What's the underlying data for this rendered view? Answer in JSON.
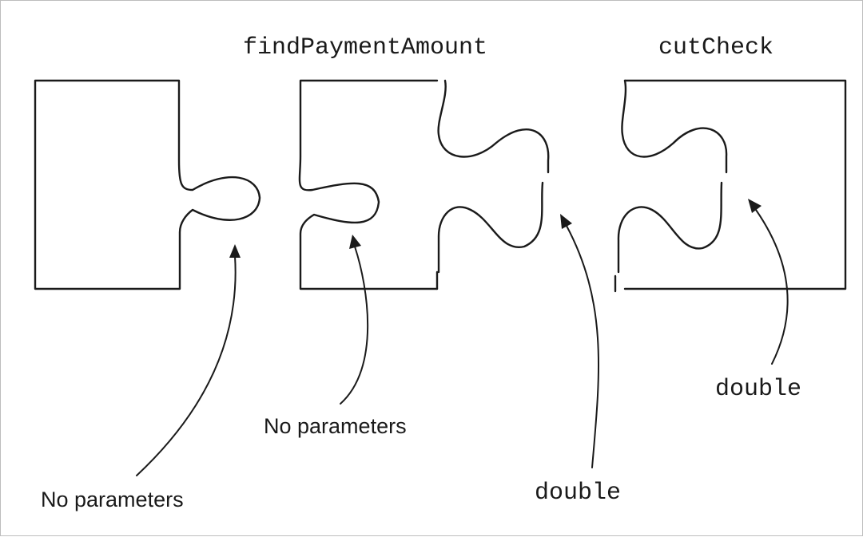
{
  "methods": [
    {
      "name": ""
    },
    {
      "name": "findPaymentAmount"
    },
    {
      "name": "cutCheck"
    }
  ],
  "annotations": {
    "left_params": "No parameters",
    "middle_params": "No parameters",
    "middle_return": "double",
    "right_param": "double"
  }
}
